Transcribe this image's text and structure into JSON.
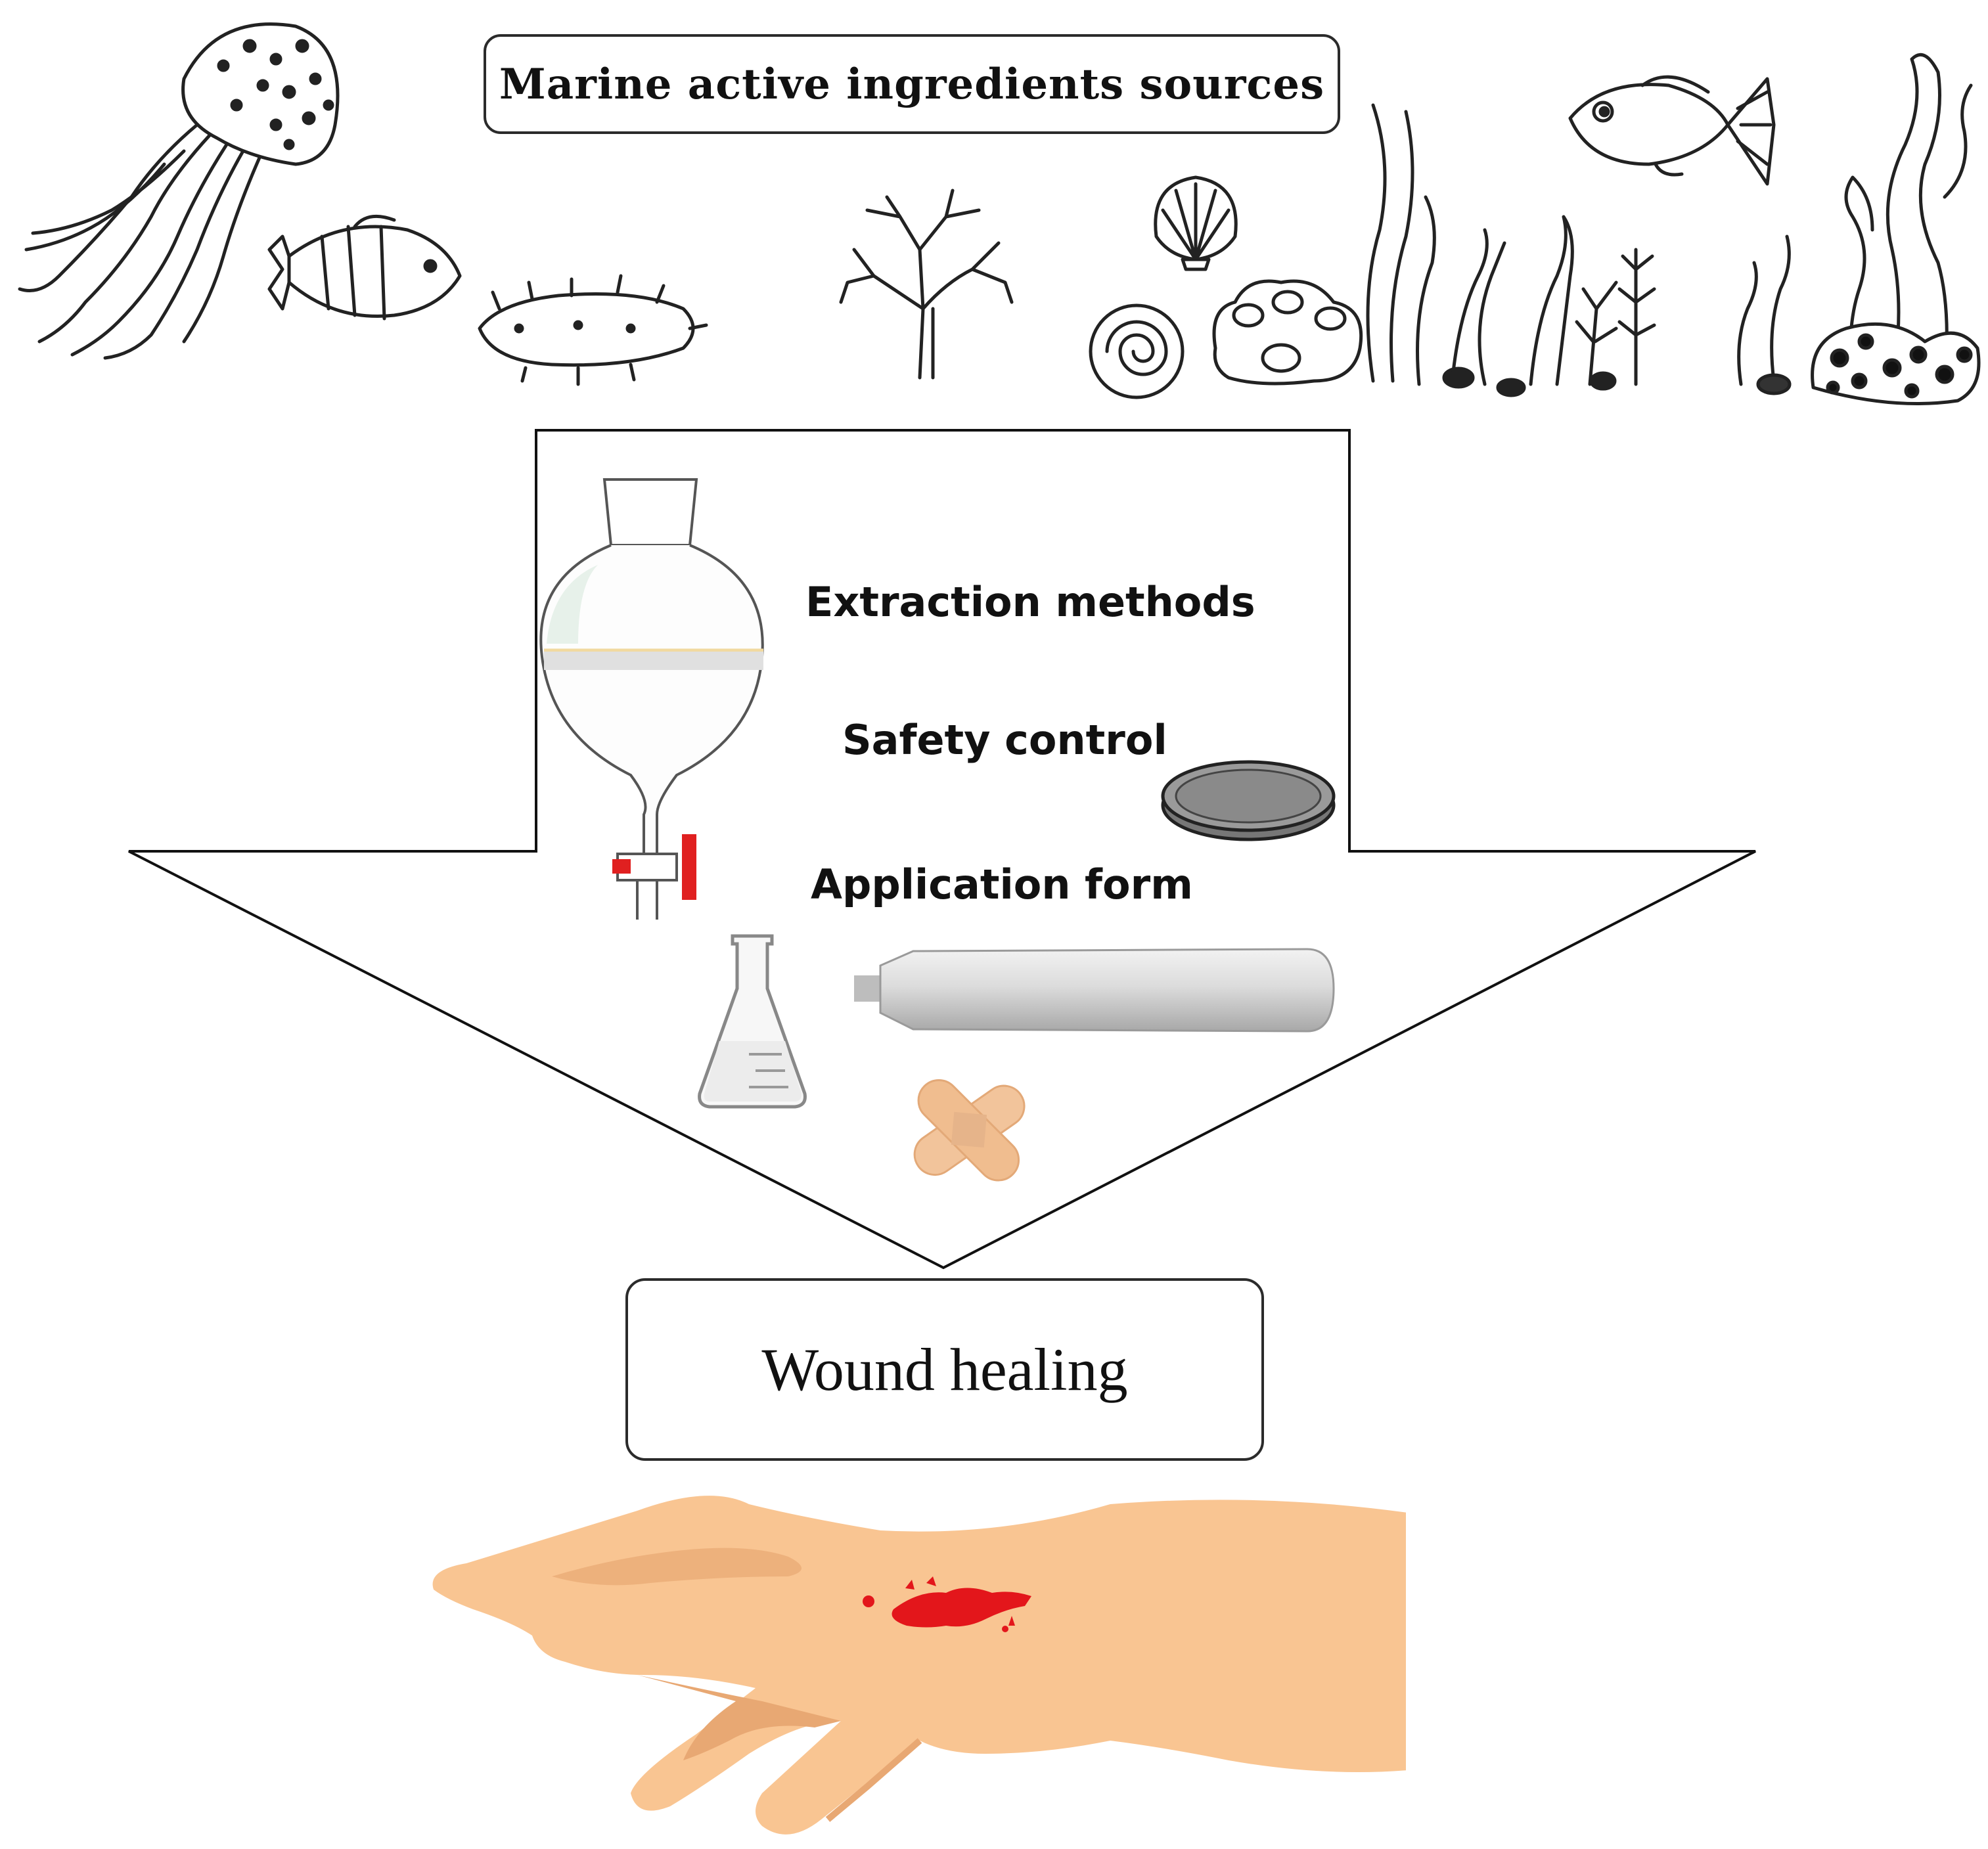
{
  "title": "Marine active ingredients sources",
  "steps": {
    "extraction": "Extraction methods",
    "safety": "Safety control",
    "application": "Application form"
  },
  "result": "Wound healing",
  "colors": {
    "outline": "#111111",
    "skin": "#f9c592",
    "skin_shadow": "#e8a873",
    "wound": "#e3161b",
    "stopcock": "#e02020",
    "plaster": "#f2c49b"
  }
}
